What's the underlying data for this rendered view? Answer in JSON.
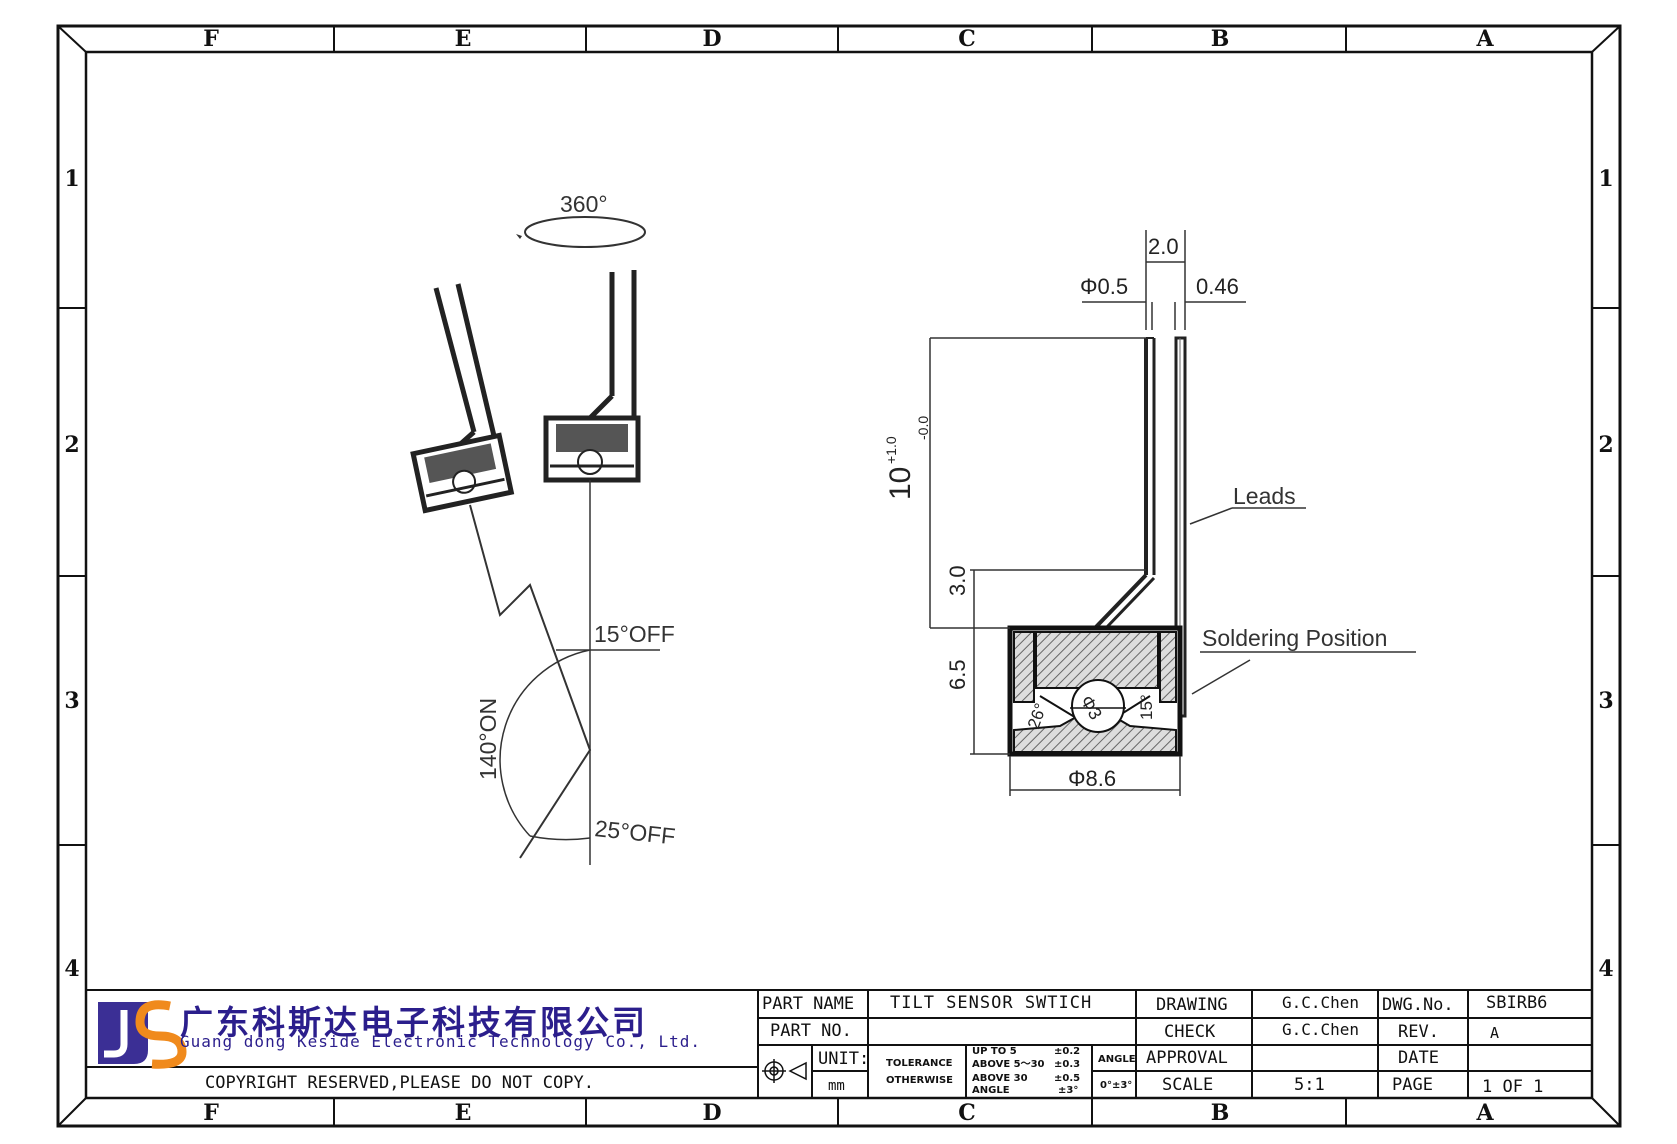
{
  "zones": {
    "columns": [
      "F",
      "E",
      "D",
      "C",
      "B",
      "A"
    ],
    "rows": [
      "1",
      "2",
      "3",
      "4"
    ]
  },
  "left_view": {
    "rotation": "360°",
    "angle_on": "140°ON",
    "angle_off_top": "15°OFF",
    "angle_off_bottom": "25°OFF"
  },
  "right_view": {
    "dim_pin_dia": "Φ0.5",
    "dim_pitch": "2.0",
    "dim_lead": "0.46",
    "dim_length": "10",
    "dim_length_tol_upper": "+1.0",
    "dim_length_tol_lower": "-0.0",
    "dim_bend": "3.0",
    "dim_height": "6.5",
    "dim_body_dia": "Φ8.6",
    "dim_angle_a": "26°",
    "dim_inner_dia": "Φ3",
    "dim_angle_b": "15°",
    "label_leads": "Leads",
    "label_soldering": "Soldering Position"
  },
  "company": {
    "name_cn": "广东科斯达电子科技有限公司",
    "name_en": "Guang dong Keside  Electronic Technology Co., Ltd.",
    "copyright": "COPYRIGHT RESERVED,PLEASE DO NOT COPY."
  },
  "title_block": {
    "part_name_label": "PART NAME",
    "part_name_value": "TILT SENSOR SWTICH",
    "part_no_label": "PART NO.",
    "unit_label": "UNIT:",
    "unit_value": "mm",
    "tolerance_label_1": "TOLERANCE",
    "tolerance_label_2": "OTHERWISE",
    "tol_row1_range": "UP TO 5",
    "tol_row1_val": "±0.2",
    "tol_row2_range": "ABOVE 5～30",
    "tol_row2_val": "±0.3",
    "tol_row3_range": "ABOVE 30",
    "tol_row3_val": "±0.5",
    "tol_row4_range": "ANGLE",
    "tol_row4_val": "±3°",
    "angle_label": "ANGLE",
    "angle_value": "0°±3°",
    "drawing_label": "DRAWING",
    "drawing_value": "G.C.Chen",
    "check_label": "CHECK",
    "check_value": "G.C.Chen",
    "approval_label": "APPROVAL",
    "scale_label": "SCALE",
    "scale_value": "5:1",
    "dwg_no_label": "DWG.No.",
    "dwg_no_value": "SBIRB6",
    "rev_label": "REV.",
    "rev_value": "A",
    "date_label": "DATE",
    "page_label": "PAGE",
    "page_value": "1 OF 1"
  }
}
